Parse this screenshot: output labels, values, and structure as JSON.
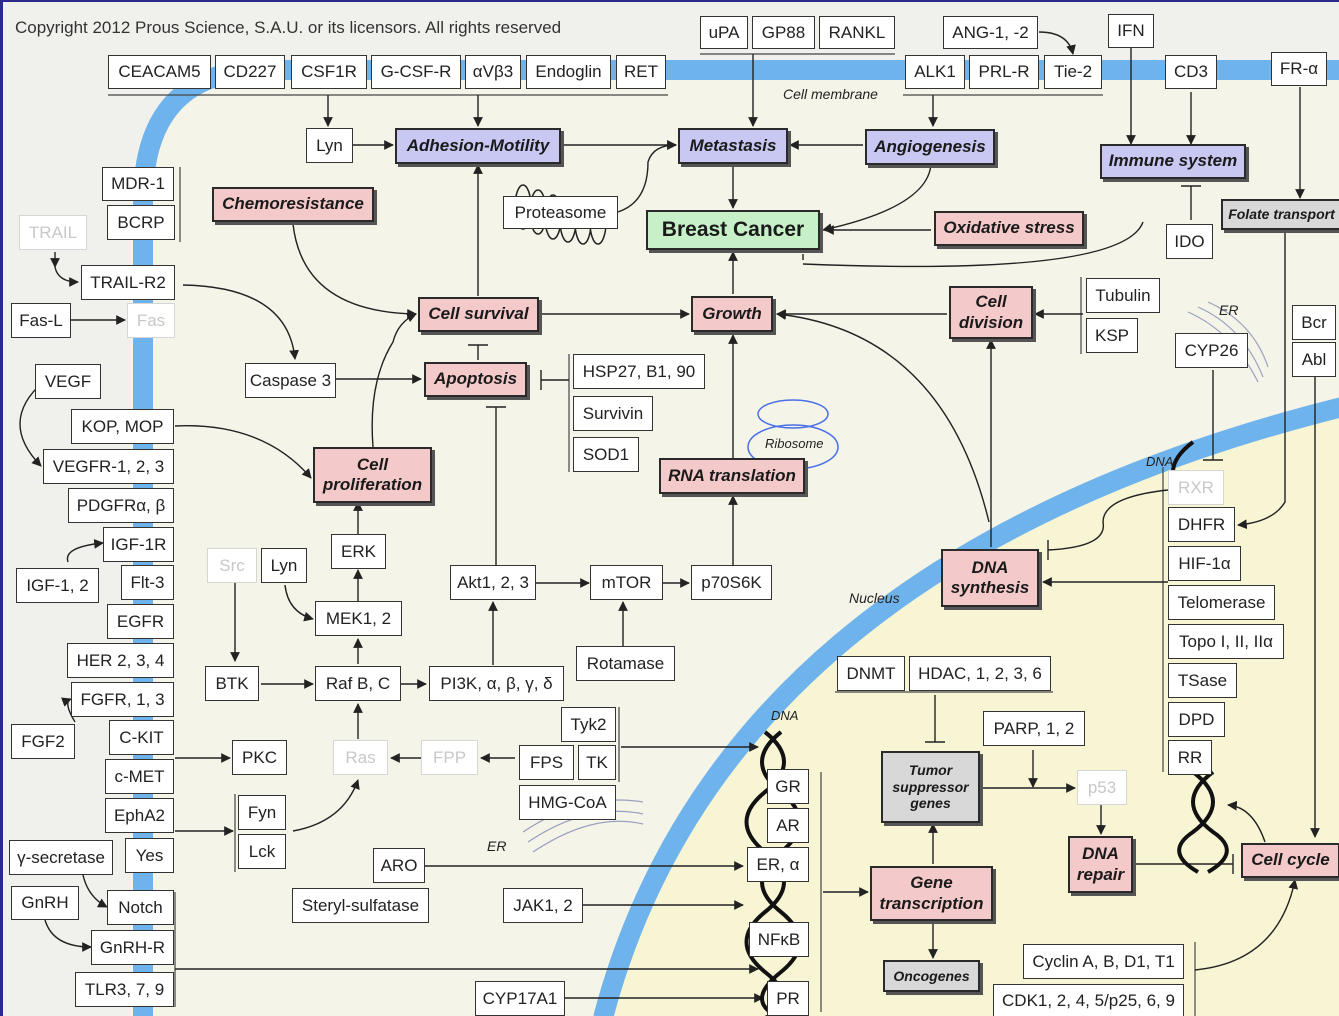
{
  "copyright": "Copyright 2012 Prous Science, S.A.U. or its licensors. All rights reserved",
  "region_labels": {
    "cell_membrane": "Cell membrane",
    "nucleus": "Nucleus",
    "er_top": "ER",
    "er_bottom": "ER",
    "dna_left": "DNA",
    "dna_right": "DNA",
    "ribosome": "Ribosome",
    "proteasome": "Proteasome"
  },
  "receptors_top": {
    "ceacam5": "CEACAM5",
    "cd227": "CD227",
    "csf1r": "CSF1R",
    "gcsfr": "G-CSF-R",
    "avb3": "αVβ3",
    "endoglin": "Endoglin",
    "ret": "RET",
    "upa": "uPA",
    "gp88": "GP88",
    "rankl": "RANKL",
    "ang": "ANG-1, -2",
    "alk1": "ALK1",
    "prlr": "PRL-R",
    "tie2": "Tie-2",
    "ifn": "IFN",
    "cd3": "CD3",
    "fra": "FR-α"
  },
  "left_column": {
    "mdr1": "MDR-1",
    "bcrp": "BCRP",
    "trail": "TRAIL",
    "trailr2": "TRAIL-R2",
    "fasl": "Fas-L",
    "fas": "Fas",
    "vegf": "VEGF",
    "kopmop": "KOP, MOP",
    "vegfr": "VEGFR-1, 2, 3",
    "pdgfr": "PDGFRα, β",
    "igf1r": "IGF-1R",
    "igf12": "IGF-1, 2",
    "flt3": "Flt-3",
    "egfr": "EGFR",
    "her": "HER 2, 3, 4",
    "fgfr": "FGFR, 1, 3",
    "fgf2": "FGF2",
    "ckit": "C-KIT",
    "cmet": "c-MET",
    "epha2": "EphA2",
    "gsecretase": "γ-secretase",
    "yes": "Yes",
    "notch": "Notch",
    "gnrh": "GnRH",
    "gnrhr": "GnRH-R",
    "tlr": "TLR3, 7, 9"
  },
  "signaling": {
    "lyn_top": "Lyn",
    "proteasome": "Proteasome",
    "caspase3": "Caspase 3",
    "hsp": "HSP27, B1, 90",
    "survivin": "Survivin",
    "sod1": "SOD1",
    "src": "Src",
    "lyn": "Lyn",
    "erk": "ERK",
    "mek": "MEK1, 2",
    "akt": "Akt1, 2, 3",
    "mtor": "mTOR",
    "p70s6k": "p70S6K",
    "rotamase": "Rotamase",
    "btk": "BTK",
    "raf": "Raf B, C",
    "pi3k": "PI3K, α, β, γ, δ",
    "pkc": "PKC",
    "ras": "Ras",
    "fpp": "FPP",
    "tyk2": "Tyk2",
    "fps": "FPS",
    "tk": "TK",
    "hmgcoa": "HMG-CoA",
    "fyn": "Fyn",
    "lck": "Lck",
    "aro": "ARO",
    "steryl": "Steryl-sulfatase",
    "jak": "JAK1, 2",
    "cyp17": "CYP17A1",
    "tubulin": "Tubulin",
    "ksp": "KSP",
    "ido": "IDO",
    "cyp26": "CYP26",
    "bcr": "Bcr",
    "abl": "Abl"
  },
  "nuclear": {
    "gr": "GR",
    "ar": "AR",
    "er": "ER, α",
    "nfkb": "NFκB",
    "pr": "PR",
    "dnmt": "DNMT",
    "hdac": "HDAC, 1, 2, 3, 6",
    "parp": "PARP, 1, 2",
    "p53": "p53",
    "rxr": "RXR",
    "dhfr": "DHFR",
    "hif": "HIF-1α",
    "telomerase": "Telomerase",
    "topo": "Topo I, II, IIα",
    "tsase": "TSase",
    "dpd": "DPD",
    "rr": "RR",
    "cyclin": "Cyclin A, B, D1, T1",
    "cdk": "CDK1, 2, 4, 5/p25, 6, 9"
  },
  "processes": {
    "adhesion": "Adhesion-Motility",
    "metastasis": "Metastasis",
    "angiogenesis": "Angiogenesis",
    "immune": "Immune system",
    "folate": "Folate transport",
    "breast_cancer": "Breast Cancer",
    "oxidative": "Oxidative stress",
    "chemoresistance": "Chemoresistance",
    "cell_survival": "Cell survival",
    "growth": "Growth",
    "cell_division": "Cell division",
    "apoptosis": "Apoptosis",
    "cell_prolif": "Cell proliferation",
    "rna_translation": "RNA translation",
    "dna_synthesis": "DNA synthesis",
    "tumor_supp": "Tumor suppressor genes",
    "dna_repair": "DNA repair",
    "cell_cycle": "Cell cycle",
    "gene_transcription": "Gene transcription",
    "oncogenes": "Oncogenes"
  },
  "colors": {
    "process_pink": "#f4c9c9",
    "process_blue": "#c8c8f2",
    "process_green": "#c8f0c8",
    "process_gray": "#d8d8d8",
    "membrane": "#6fb3ec",
    "nucleus_fill": "#f7f5d4",
    "cytoplasm": "#f4f4e8",
    "border": "#2a2a8a"
  }
}
